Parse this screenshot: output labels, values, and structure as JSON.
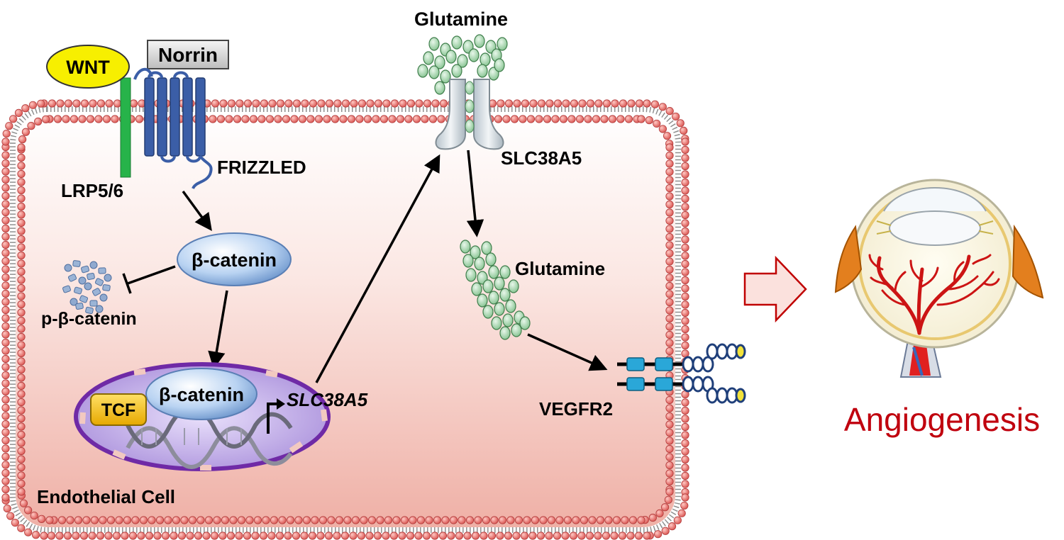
{
  "labels": {
    "wnt": "WNT",
    "norrin": "Norrin",
    "lrp": "LRP5/6",
    "frizzled": "FRIZZLED",
    "beta_catenin_cyto": "β-catenin",
    "p_beta_catenin": "p-β-catenin",
    "beta_catenin_nuc": "β-catenin",
    "tcf": "TCF",
    "slc_gene": "SLC38A5",
    "glutamine_top": "Glutamine",
    "slc_transporter": "SLC38A5",
    "glutamine_inside": "Glutamine",
    "vegfr2": "VEGFR2",
    "cell": "Endothelial Cell",
    "outcome": "Angiogenesis"
  },
  "colors": {
    "cell_fill_top": "#ffffff",
    "cell_fill_bottom": "#efb0a6",
    "lipid_head": "#e8676a",
    "frizzled": "#3b5ea7",
    "lrp": "#27b34a",
    "wnt": "#f7ef00",
    "norrin_box": "#d6d6d6",
    "glutamine": "#9fd3a8",
    "nucleus": "#b9a3e0",
    "tcf": "#f5c000",
    "arrow_outcome": "#c00000",
    "outcome_text": "#c0000e",
    "vessel": "#d11a1a"
  },
  "icons": [
    "wnt-ligand-icon",
    "frizzled-receptor-icon",
    "dna-helix-icon",
    "transporter-icon",
    "vegfr2-receptor-icon",
    "eye-icon"
  ]
}
